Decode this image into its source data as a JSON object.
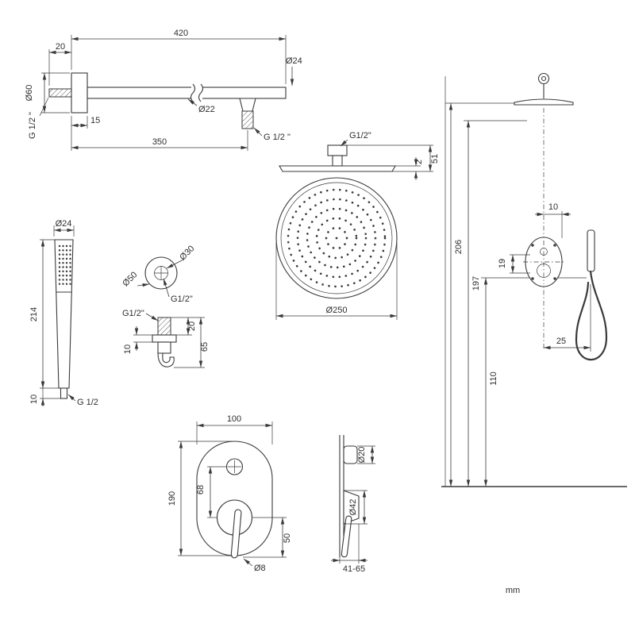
{
  "units_label": "mm",
  "shower_arm": {
    "length_total": "420",
    "wall_stub": "20",
    "pipe_diameter": "Ø24",
    "flange_diameter": "Ø60",
    "mid_diameter": "Ø22",
    "flange_depth": "15",
    "outlet_distance": "350",
    "outlet_thread": "G 1/2 \"",
    "wall_thread": "G 1/2 \""
  },
  "head_shower": {
    "thread": "G1/2\"",
    "plate_thickness": "2",
    "height": "51",
    "diameter": "Ø250"
  },
  "hand_shower": {
    "diameter": "Ø24",
    "length": "214",
    "connector_length": "10",
    "thread": "G 1/2"
  },
  "wall_outlet": {
    "flange_diameter": "Ø50",
    "body_diameter": "Ø30",
    "front_thread": "G1/2\"",
    "side_thread": "G1/2\"",
    "thread_length": "20",
    "flange_thickness": "10",
    "total_height": "65"
  },
  "mixer_front": {
    "width": "100",
    "height": "190",
    "center_distance": "68",
    "lever_length": "50",
    "lever_diameter": "Ø8"
  },
  "mixer_side": {
    "knob_diameter": "Ø20",
    "escutcheon_diameter": "Ø42",
    "depth_range": "41-65"
  },
  "installation": {
    "head_height": "206",
    "arm_height": "197",
    "outlet_height": "110",
    "valve_offset": "10",
    "valve_spacing": "19",
    "hand_shower_offset": "25"
  }
}
